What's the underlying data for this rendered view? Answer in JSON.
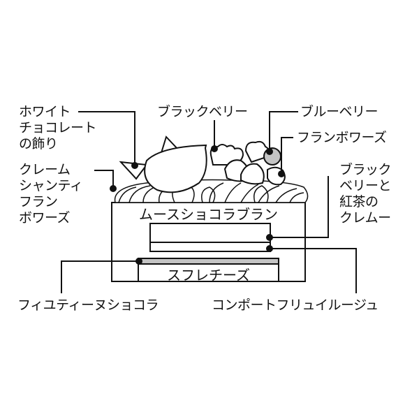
{
  "title": "ケーキ断面図",
  "labels": {
    "white_choco": [
      "ホワイト",
      "チョコレート",
      "の飾り"
    ],
    "creme_chantilly": [
      "クレーム",
      "シャンティ",
      "フラン",
      "ボワーズ"
    ],
    "blackberry": "ブラックベリー",
    "blueberry": "ブルーベリー",
    "framboise": "フランボワーズ",
    "cremeux": [
      "ブラック",
      "ベリーと",
      "紅茶の",
      "クレムー"
    ],
    "mousse": "ムースショコラブラン",
    "souffle": "スフレチーズ",
    "feuilletine": "フィユティーヌショコラ",
    "compote": "コンポートフリュイルージュ"
  },
  "colors": {
    "line": "#111111",
    "gray": "#c4c4c4",
    "bg": "#ffffff"
  }
}
